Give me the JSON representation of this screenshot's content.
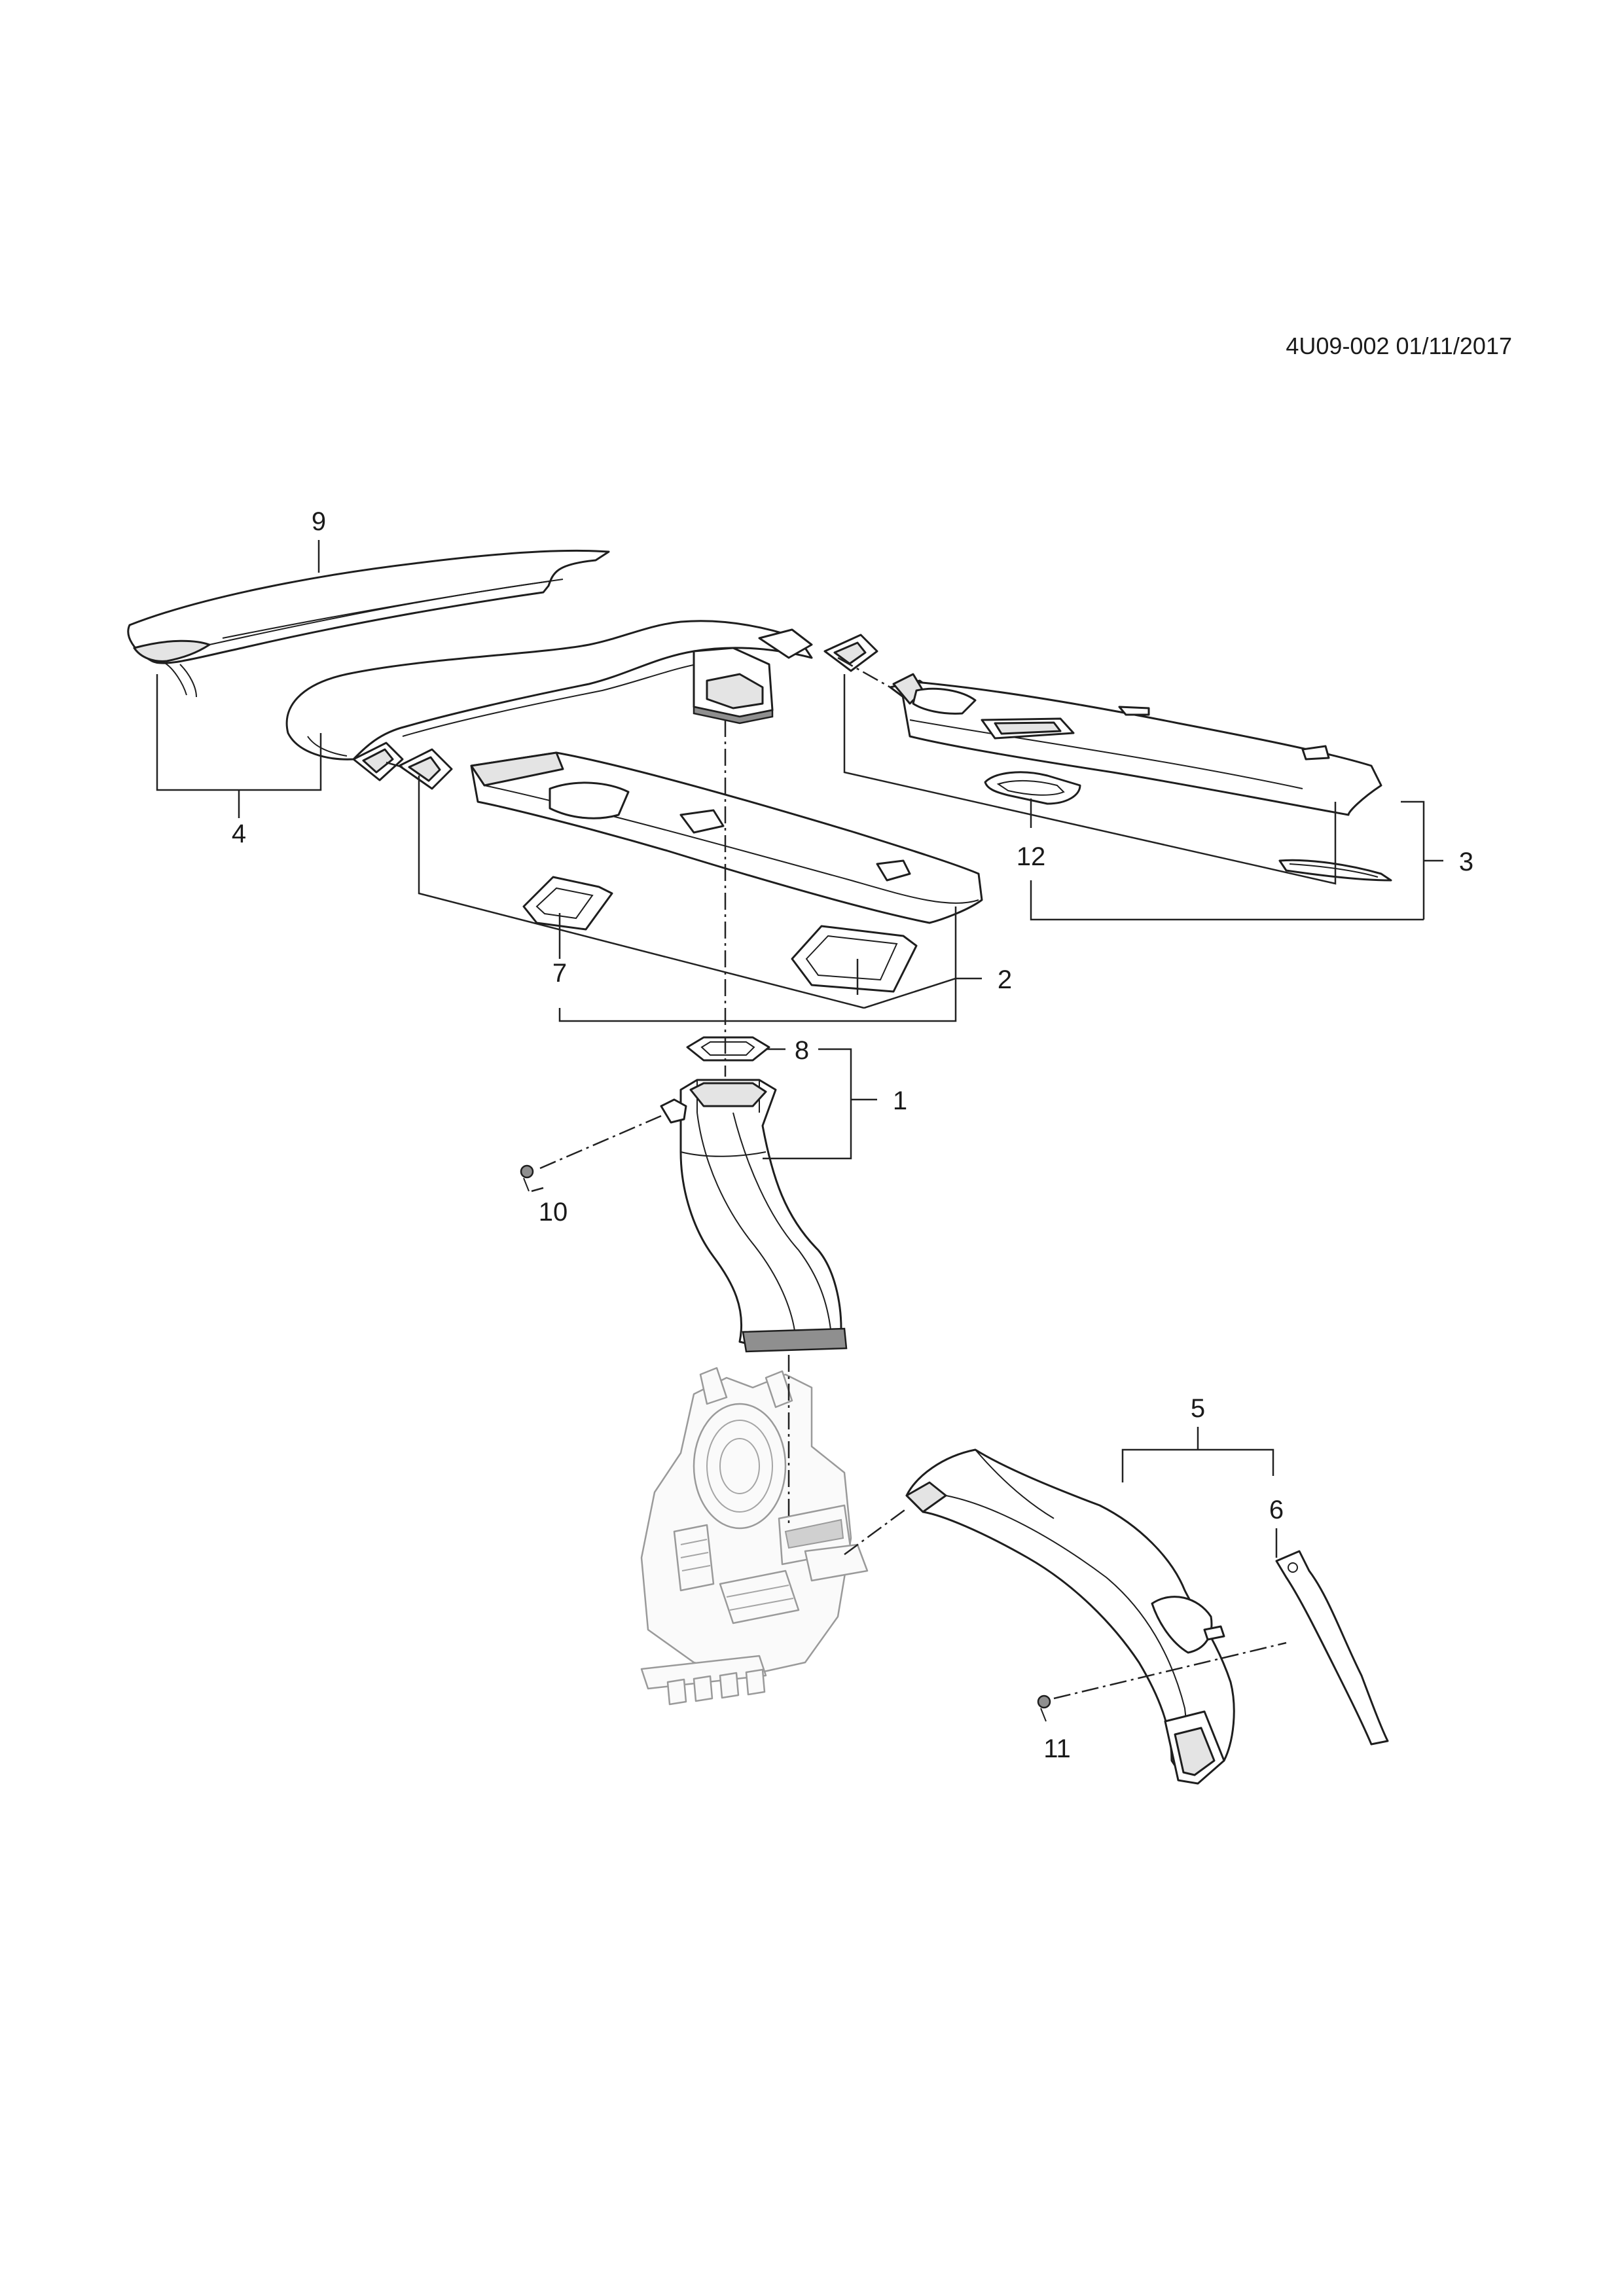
{
  "reference": "4U09-002 01/11/2017",
  "callouts": {
    "c1": "1",
    "c2": "2",
    "c3": "3",
    "c4": "4",
    "c5": "5",
    "c6": "6",
    "c7": "7",
    "c8": "8",
    "c9": "9",
    "c10": "10",
    "c11": "11",
    "c12": "12"
  }
}
